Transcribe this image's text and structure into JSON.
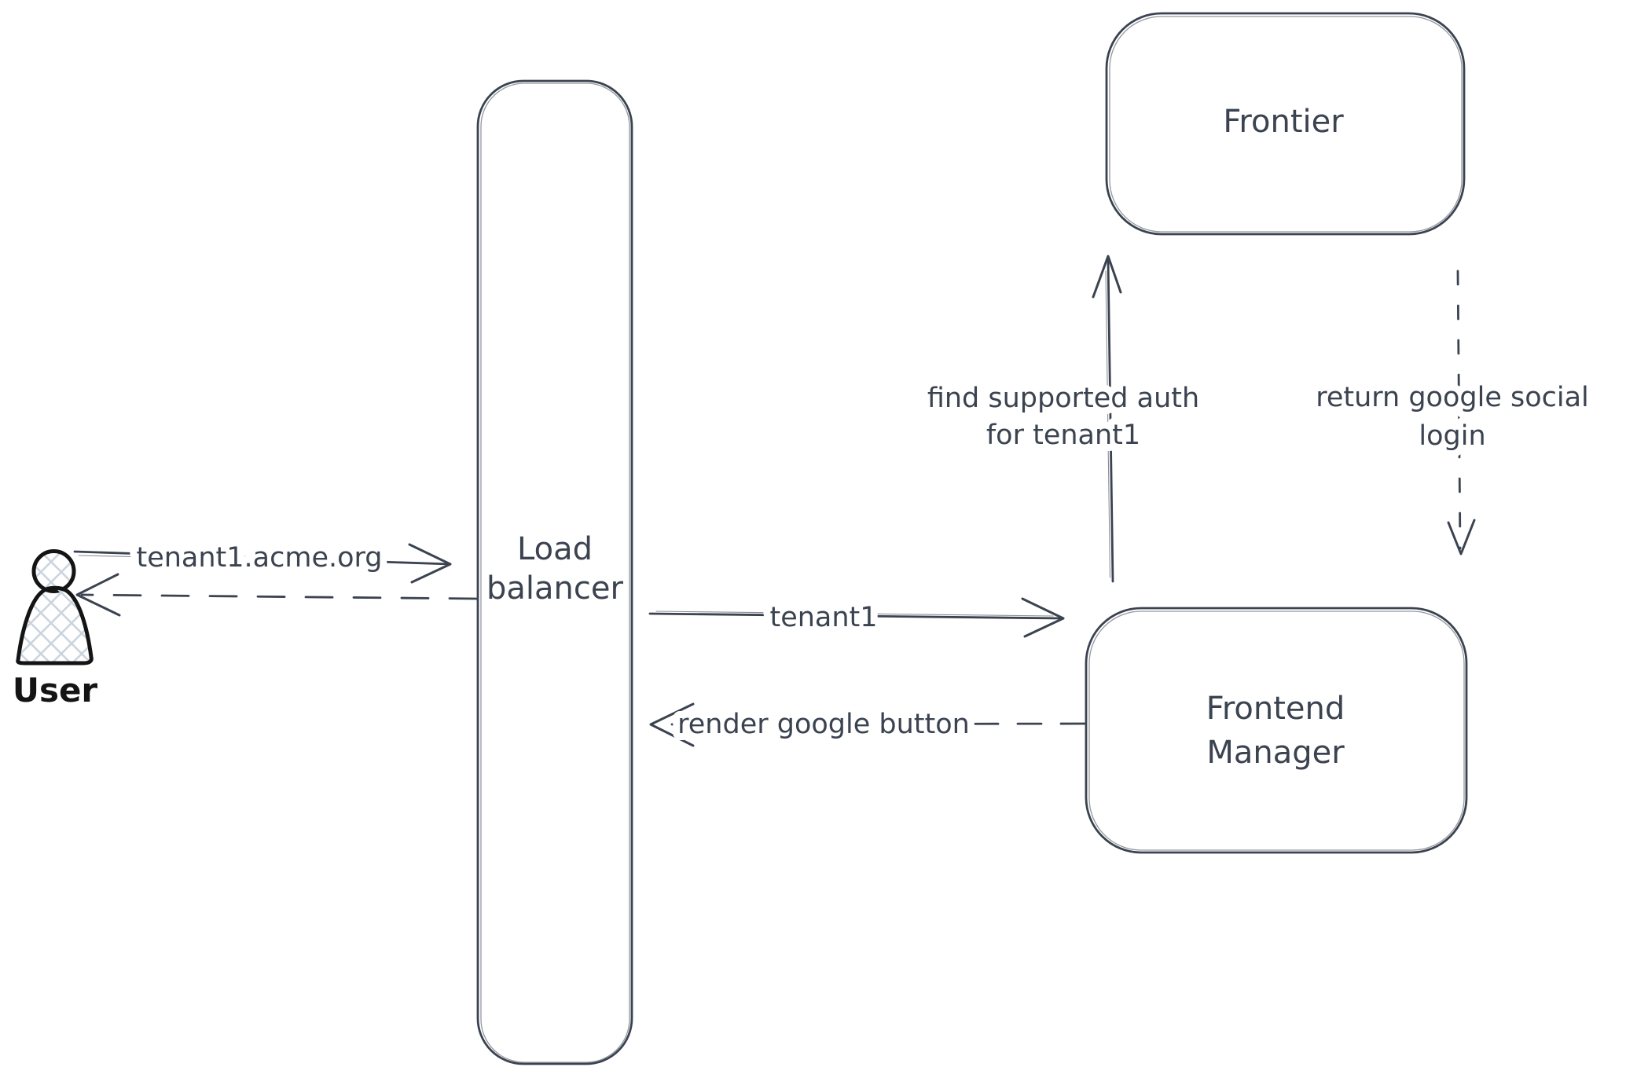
{
  "colors": {
    "bg": "#ffffff",
    "sketch": "#3b4350",
    "ink": "#141414",
    "hatch": "#ccd5de"
  },
  "actor": {
    "label": "User"
  },
  "nodes": {
    "load_balancer": {
      "line1": "Load",
      "line2": "balancer"
    },
    "frontier": {
      "label": "Frontier"
    },
    "frontend_manager": {
      "line1": "Frontend",
      "line2": "Manager"
    }
  },
  "edges": {
    "request": {
      "label": "tenant1.acme.org",
      "from": "user",
      "to": "load_balancer",
      "style": "solid"
    },
    "response": {
      "label": "",
      "from": "load_balancer",
      "to": "user",
      "style": "dashed"
    },
    "tenant1": {
      "label": "tenant1",
      "from": "load_balancer",
      "to": "frontend_manager",
      "style": "solid"
    },
    "render_google_button": {
      "label": "render google button",
      "from": "frontend_manager",
      "to": "load_balancer",
      "style": "dashed"
    },
    "find_supported_auth": {
      "line1": "find supported auth",
      "line2": "for tenant1",
      "from": "frontend_manager",
      "to": "frontier",
      "style": "solid"
    },
    "return_google_social": {
      "line1": "return google social",
      "line2": "login",
      "from": "frontier",
      "to": "frontend_manager",
      "style": "dashed"
    }
  }
}
